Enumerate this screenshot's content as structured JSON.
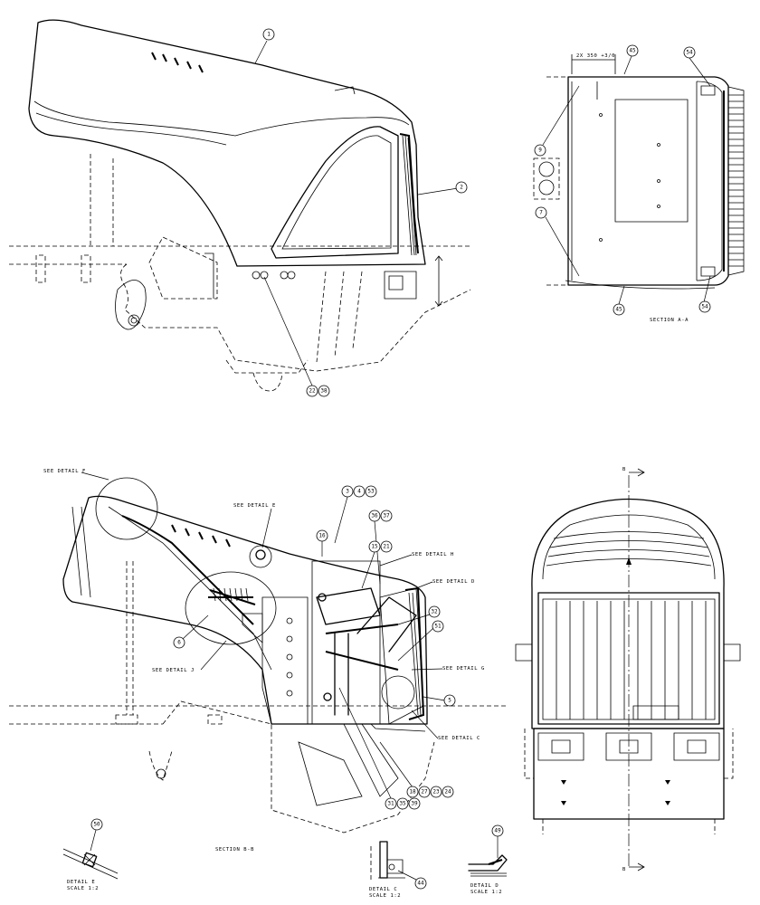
{
  "callouts": {
    "b1": "1",
    "b2": "2",
    "b22": "22",
    "b38": "38",
    "b45a": "45",
    "b54a": "54",
    "b9": "9",
    "b7": "7",
    "b45b": "45",
    "b54b": "54",
    "b3": "3",
    "b4": "4",
    "b53": "53",
    "b36": "36",
    "b37": "37",
    "b16": "16",
    "b15": "15",
    "b21": "21",
    "b32": "32",
    "b51": "51",
    "b5": "5",
    "b6": "6",
    "b18": "18",
    "b27": "27",
    "b23": "23",
    "b24": "24",
    "b31": "31",
    "b35": "35",
    "b39": "39",
    "b50": "50",
    "b44": "44",
    "b49": "49"
  },
  "labels": {
    "dimension": "2X 350 +3/0",
    "section_aa": "SECTION  A-A",
    "section_bb": "SECTION  B-B",
    "see_detail_f": "SEE DETAIL  F",
    "see_detail_e": "SEE DETAIL  E",
    "see_detail_h": "SEE DETAIL  H",
    "see_detail_d": "SEE DETAIL  D",
    "see_detail_g": "SEE DETAIL  G",
    "see_detail_c": "SEE DETAIL  C",
    "see_detail_j": "SEE DETAIL  J",
    "detail_e": "DETAIL  E",
    "detail_e_scale": "SCALE  1:2",
    "detail_c": "DETAIL  C",
    "detail_c_scale": "SCALE  1:2",
    "detail_d": "DETAIL  D",
    "detail_d_scale": "SCALE  1:2",
    "section_mark_top": "B",
    "section_mark_bottom": "B"
  }
}
